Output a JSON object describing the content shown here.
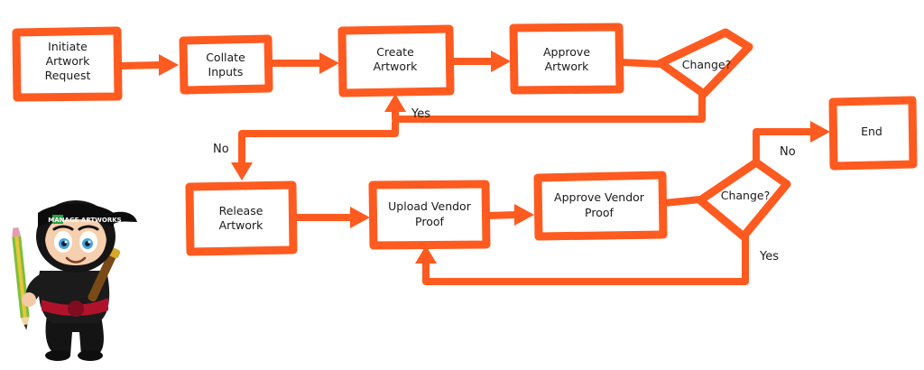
{
  "colors": {
    "flow": "#ff5a1f",
    "text": "#1a1a1a",
    "background": "#ffffff"
  },
  "nodes": {
    "initiate": [
      "Initiate",
      "Artwork",
      "Request"
    ],
    "collate": [
      "Collate",
      "Inputs"
    ],
    "create": [
      "Create",
      "Artwork"
    ],
    "approve_artwork": [
      "Approve",
      "Artwork"
    ],
    "change_1": [
      "Change?"
    ],
    "release": [
      "Release",
      "Artwork"
    ],
    "upload": [
      "Upload Vendor",
      "Proof"
    ],
    "approve_vendor": [
      "Approve Vendor",
      "Proof"
    ],
    "change_2": [
      "Change?"
    ],
    "end": [
      "End"
    ]
  },
  "edge_labels": {
    "change1_yes": "Yes",
    "change1_no": "No",
    "change2_no": "No",
    "change2_yes": "Yes"
  },
  "mascot": {
    "cap_text": "MANAGE ARTWORKS"
  }
}
